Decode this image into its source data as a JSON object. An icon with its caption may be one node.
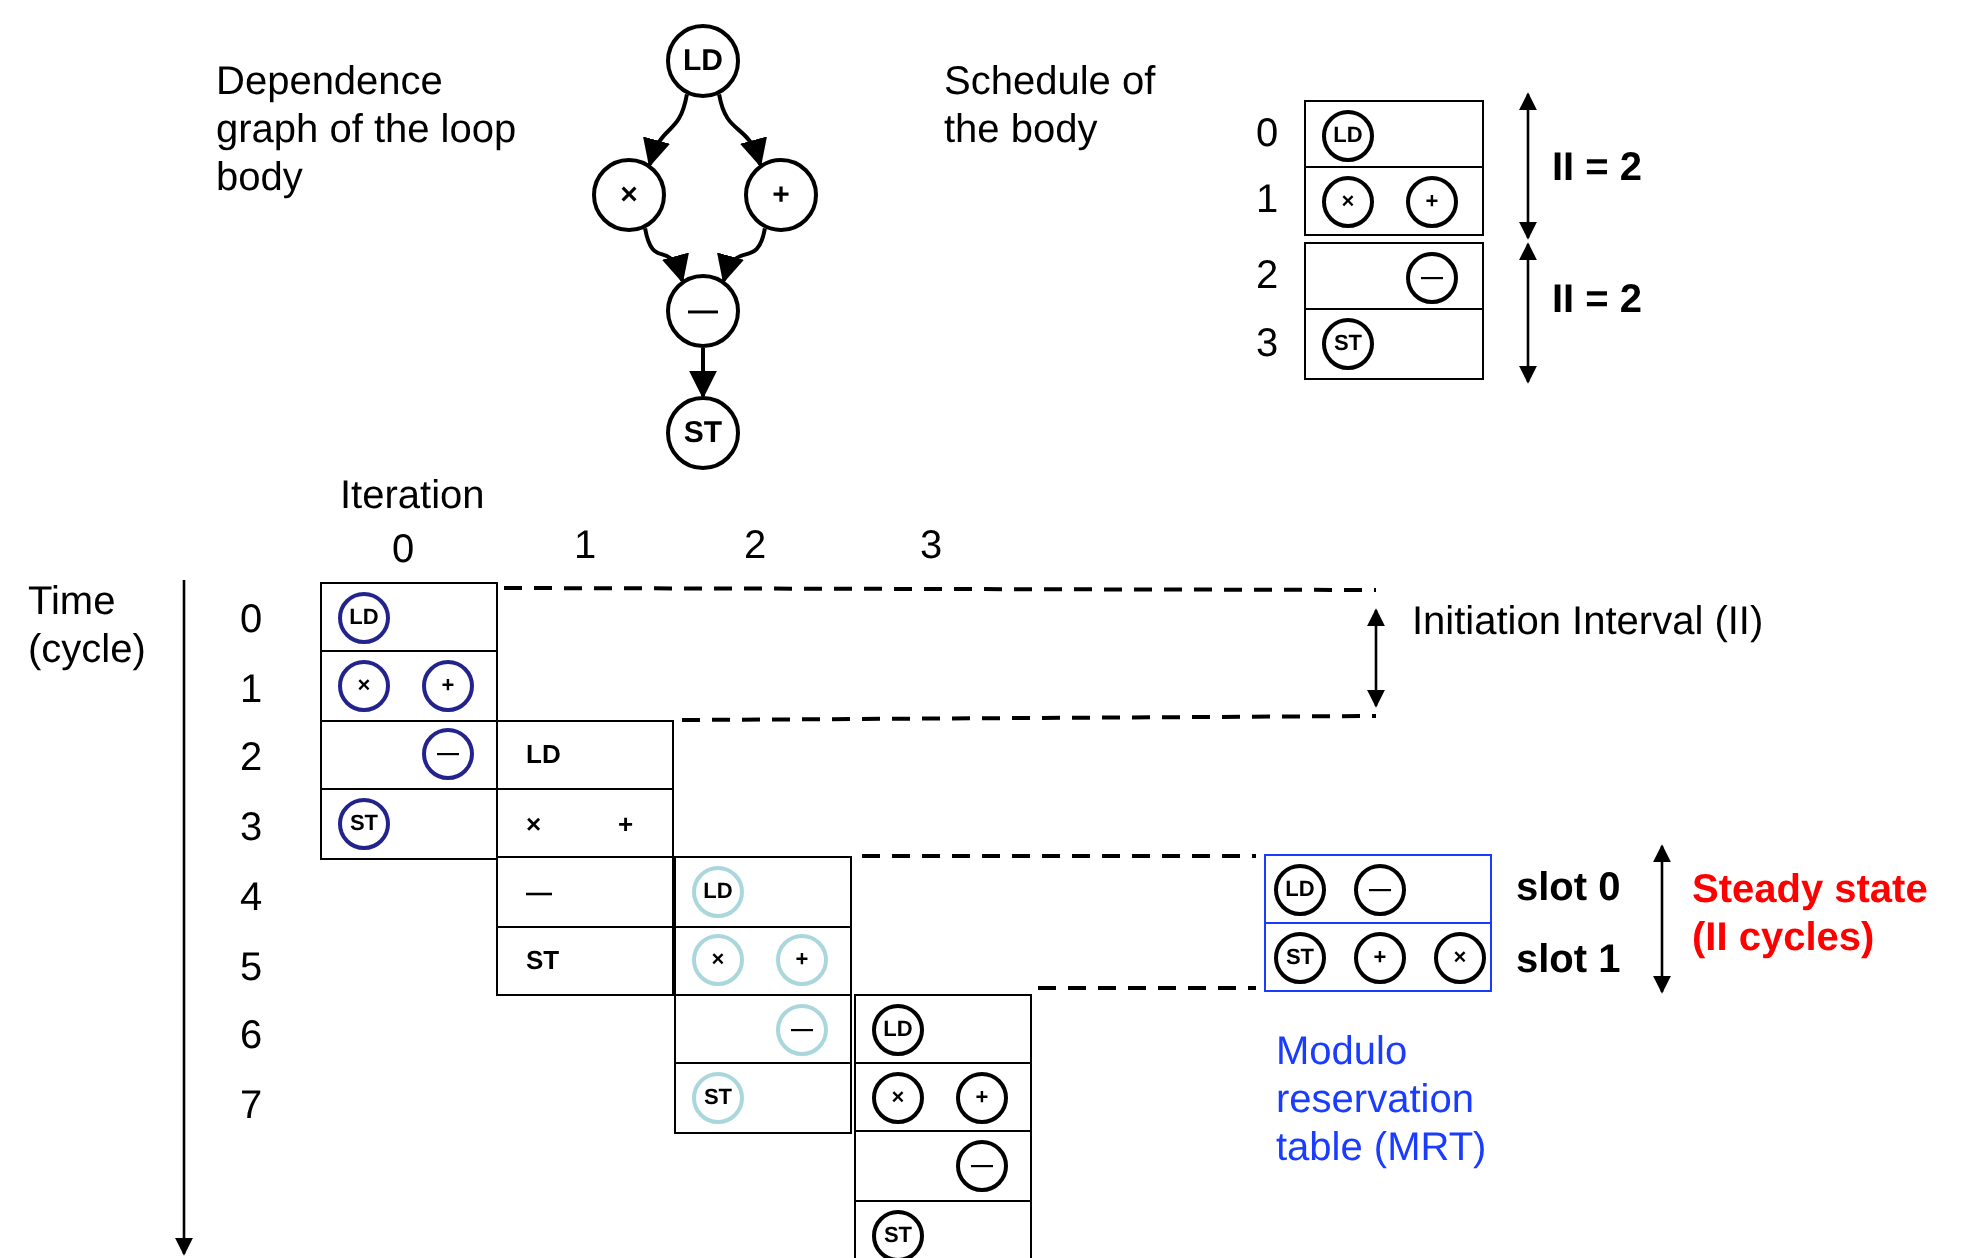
{
  "diagram": {
    "nodes": [
      {
        "text": [
          "LD"
        ]
      },
      {
        "text": [
          "×"
        ]
      },
      {
        "text": [
          "+"
        ]
      },
      {
        "text": [
          "—"
        ]
      },
      {
        "text": [
          "ST"
        ]
      },
      {
        "text": [],
        "shape": "box"
      },
      {
        "text": [
          "LD"
        ],
        "in": 5
      },
      {
        "text": [],
        "shape": "box"
      },
      {
        "text": [
          "×"
        ],
        "in": 7
      },
      {
        "text": [
          "+"
        ],
        "in": 7
      },
      {
        "text": [],
        "shape": "box"
      },
      {
        "text": [
          "—"
        ],
        "in": 10
      },
      {
        "text": [],
        "shape": "box"
      },
      {
        "text": [
          "ST"
        ],
        "in": 12
      },
      {
        "text": [],
        "shape": "box"
      },
      {
        "text": [
          "LD"
        ],
        "in": 14
      },
      {
        "text": [],
        "shape": "box"
      },
      {
        "text": [
          "×"
        ],
        "in": 16
      },
      {
        "text": [
          "+"
        ],
        "in": 16
      },
      {
        "text": [],
        "shape": "box"
      },
      {
        "text": [
          "—"
        ],
        "in": 19
      },
      {
        "text": [],
        "shape": "box"
      },
      {
        "text": [
          "ST"
        ],
        "in": 21
      },
      {
        "text": [
          "LD"
        ]
      },
      {
        "text": [
          "×",
          "+"
        ]
      },
      {
        "text": [
          "—"
        ]
      },
      {
        "text": [
          "ST"
        ]
      },
      {
        "text": [],
        "shape": "box"
      },
      {
        "text": [
          "LD"
        ],
        "in": 27
      },
      {
        "text": [],
        "shape": "box"
      },
      {
        "text": [
          "×"
        ],
        "in": 29
      },
      {
        "text": [
          "+"
        ],
        "in": 29
      },
      {
        "text": [],
        "shape": "box"
      },
      {
        "text": [
          "—"
        ],
        "in": 32
      },
      {
        "text": [],
        "shape": "box"
      },
      {
        "text": [
          "ST"
        ],
        "in": 34
      },
      {
        "text": [],
        "shape": "box"
      },
      {
        "text": [
          "LD"
        ],
        "in": 36
      },
      {
        "text": [],
        "shape": "box"
      },
      {
        "text": [
          "×"
        ],
        "in": 38
      },
      {
        "text": [
          "+"
        ],
        "in": 38
      },
      {
        "text": [],
        "shape": "box"
      },
      {
        "text": [
          "—"
        ],
        "in": 41
      },
      {
        "text": [],
        "shape": "box"
      },
      {
        "text": [
          "ST"
        ],
        "in": 43
      },
      {
        "text": [],
        "shape": "box"
      },
      {
        "text": [
          "LD"
        ],
        "in": 45
      },
      {
        "text": [
          "—"
        ],
        "in": 45
      },
      {
        "text": [],
        "shape": "box"
      },
      {
        "text": [
          "ST"
        ],
        "in": 48
      },
      {
        "text": [
          "+"
        ],
        "in": 48
      },
      {
        "text": [
          "×"
        ],
        "in": 48
      }
    ],
    "edges": [
      {
        "from": 0,
        "to": 1,
        "arrow": "to"
      },
      {
        "from": 0,
        "to": 2,
        "arrow": "to"
      },
      {
        "from": 1,
        "to": 3,
        "arrow": "to"
      },
      {
        "from": 2,
        "to": 3,
        "arrow": "to"
      },
      {
        "from": 3,
        "to": 4,
        "arrow": "to"
      }
    ],
    "labels": [
      "Dependence graph of the loop body",
      "Schedule of the body",
      "0",
      "1",
      "2",
      "3",
      "II = 2",
      "II = 2",
      "Iteration",
      "0",
      "1",
      "2",
      "3",
      "Time (cycle)",
      "0",
      "1",
      "2",
      "3",
      "4",
      "5",
      "6",
      "7",
      "Initiation Interval (II)",
      "slot 0",
      "slot 1",
      "Steady state (II cycles)",
      "Modulo reservation table (MRT)"
    ]
  }
}
